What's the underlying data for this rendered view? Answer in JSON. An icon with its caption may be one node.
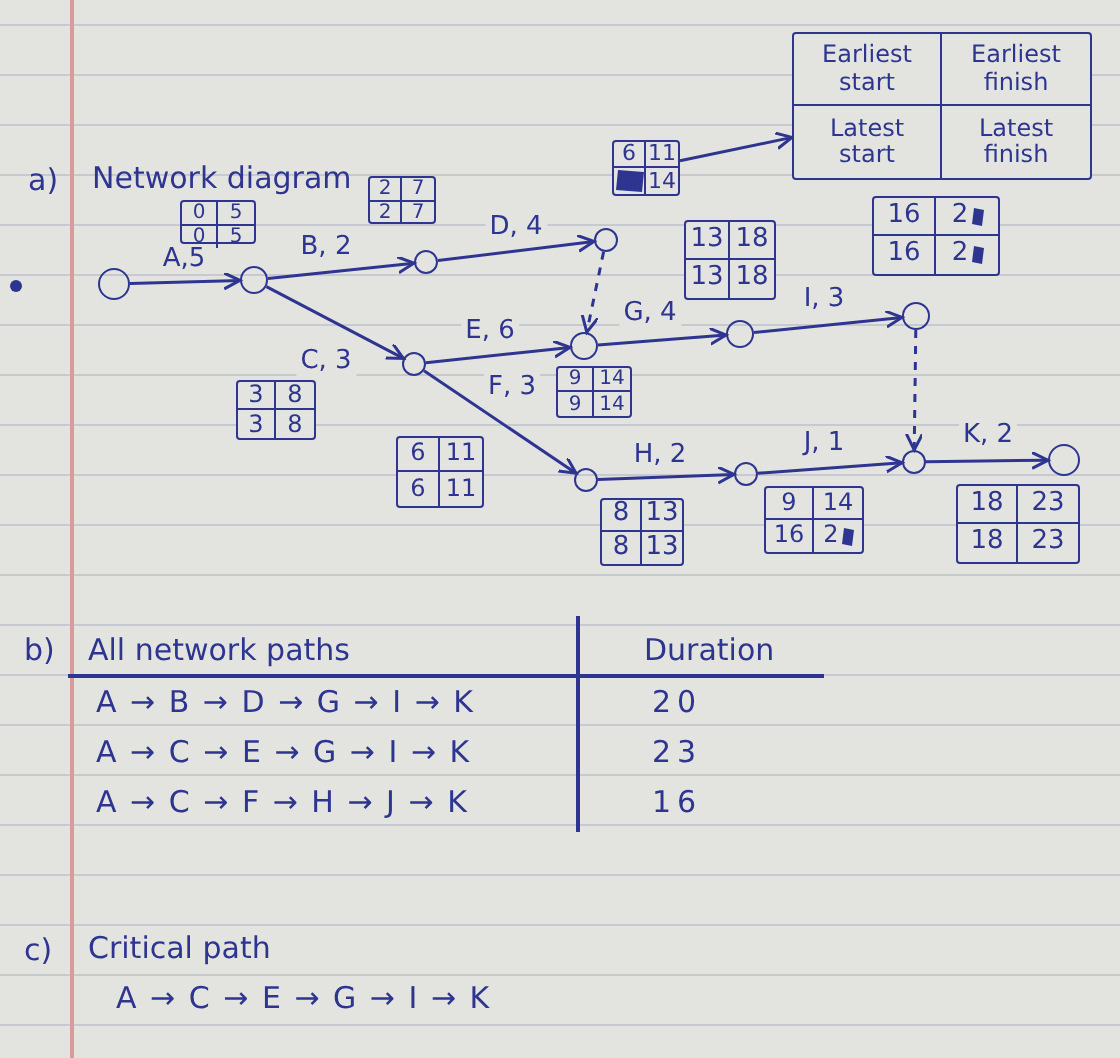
{
  "diagram": {
    "title": "Network diagram",
    "nodes": [
      {
        "text": [
          "Earliest start",
          "Earliest finish",
          "Latest start",
          "Latest finish"
        ]
      },
      {
        "text": [],
        "shape": "circle"
      },
      {
        "text": [],
        "shape": "circle"
      },
      {
        "text": [],
        "shape": "circle"
      },
      {
        "text": [],
        "shape": "circle"
      },
      {
        "text": [],
        "shape": "circle"
      },
      {
        "text": [],
        "shape": "circle"
      },
      {
        "text": [],
        "shape": "circle"
      },
      {
        "text": [],
        "shape": "circle"
      },
      {
        "text": [],
        "shape": "circle"
      },
      {
        "text": [],
        "shape": "circle"
      },
      {
        "text": [],
        "shape": "circle"
      },
      {
        "text": [],
        "shape": "circle"
      },
      {
        "text": [
          "0",
          "5",
          "0",
          "5"
        ]
      },
      {
        "text": [
          "2",
          "7",
          "2",
          "7"
        ]
      },
      {
        "text": [
          "6",
          "11",
          "14"
        ]
      },
      {
        "text": [
          "3",
          "8",
          "3",
          "8"
        ]
      },
      {
        "text": [
          "9",
          "14",
          "9",
          "14"
        ]
      },
      {
        "text": [
          "6",
          "11",
          "6",
          "11"
        ]
      },
      {
        "text": [
          "13",
          "18",
          "13",
          "18"
        ]
      },
      {
        "text": [
          "8",
          "13",
          "8",
          "13"
        ]
      },
      {
        "text": [
          "16",
          "2",
          "16",
          "2"
        ]
      },
      {
        "text": [
          "9",
          "14",
          "16",
          "2"
        ]
      },
      {
        "text": [
          "18",
          "23",
          "18",
          "23"
        ]
      }
    ],
    "edges": [
      {
        "from": 1,
        "to": 2,
        "arrow": "to",
        "label": "A,5"
      },
      {
        "from": 2,
        "to": 3,
        "arrow": "to",
        "label": "B, 2"
      },
      {
        "from": 3,
        "to": 4,
        "arrow": "to",
        "label": "D, 4"
      },
      {
        "from": 2,
        "to": 5,
        "arrow": "to",
        "label": "C, 3"
      },
      {
        "from": 4,
        "to": 6,
        "arrow": "to",
        "style": "dashed"
      },
      {
        "from": 5,
        "to": 6,
        "arrow": "to",
        "label": "E, 6"
      },
      {
        "from": 5,
        "to": 9,
        "arrow": "to",
        "label": "F, 3"
      },
      {
        "from": 6,
        "to": 7,
        "arrow": "to",
        "label": "G, 4"
      },
      {
        "from": 7,
        "to": 8,
        "arrow": "to",
        "label": "I, 3"
      },
      {
        "from": 8,
        "to": 11,
        "arrow": "to",
        "style": "dashed"
      },
      {
        "from": 9,
        "to": 10,
        "arrow": "to",
        "label": "H, 2"
      },
      {
        "from": 10,
        "to": 11,
        "arrow": "to",
        "label": "J, 1"
      },
      {
        "from": 11,
        "to": 12,
        "arrow": "to",
        "label": "K, 2"
      },
      {
        "from": 15,
        "to": 0,
        "arrow": "to"
      }
    ],
    "labels": [
      "a)",
      "b)",
      "All network paths",
      "Duration",
      "A → B → D → G → I → K",
      "20",
      "A → C → E → G → I → K",
      "23",
      "A → C → F → H → J → K",
      "16",
      "c)",
      "Critical path",
      "A → C → E → G → I → K"
    ]
  }
}
